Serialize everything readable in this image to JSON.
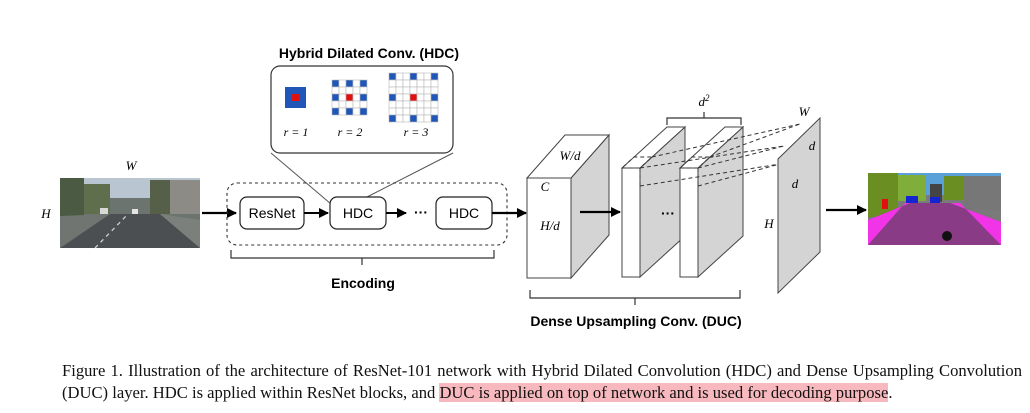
{
  "hdc_box": {
    "title": "Hybrid Dilated Conv. (HDC)",
    "rates": [
      "r = 1",
      "r = 2",
      "r = 3"
    ]
  },
  "encoder": {
    "width_label": "W",
    "height_label": "H",
    "resnet_label": "ResNet",
    "hdc_label_1": "HDC",
    "hdc_label_2": "HDC",
    "dots": "···",
    "section_label": "Encoding"
  },
  "duc": {
    "wd_label": "W/d",
    "c_label": "C",
    "hd_label": "H/d",
    "d2_label": "d²",
    "dots": "···",
    "out_w_label": "W",
    "out_h_label": "H",
    "d_label_1": "d",
    "d_label_2": "d",
    "section_label": "Dense Upsampling Conv. (DUC)"
  },
  "caption": {
    "part1": "Figure 1. Illustration of the architecture of ResNet-101 network with Hybrid Dilated Convolution (HDC) and Dense Upsampling Convolution (DUC) layer. HDC is applied within ResNet blocks, and ",
    "highlight": "DUC is applied on top of network and is used for decoding purpose",
    "part2": "."
  },
  "colors": {
    "kernel_blue": "#1f56b8",
    "kernel_red": "#e01010",
    "caption_highlight": "#f7b9be",
    "block_grey": "#d4d4d4"
  }
}
